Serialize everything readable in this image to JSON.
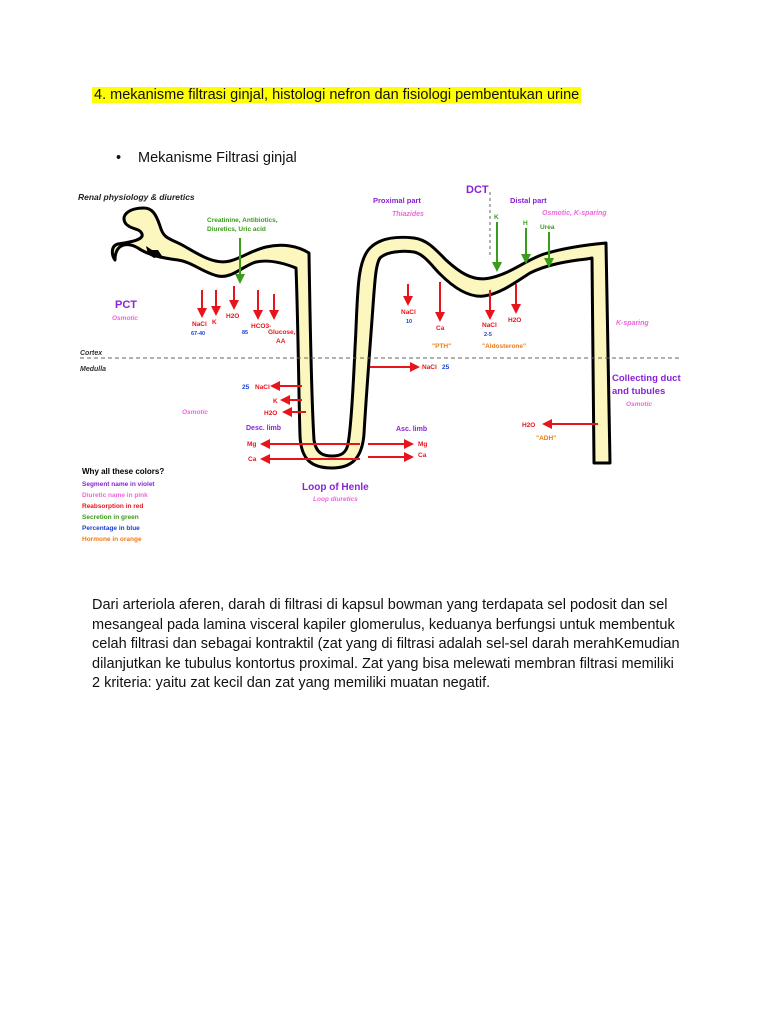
{
  "heading": "4. mekanisme filtrasi ginjal, histologi nefron dan fisiologi pembentukan urine",
  "bullet": "Mekanisme Filtrasi ginjal",
  "figure": {
    "title": "Renal physiology & diuretics",
    "secretion_pct": "Creatinine, Antibiotics, Diuretics, Uric acid",
    "pct": "PCT",
    "pct_diuretic": "Osmotic",
    "pct_nacl": "NaCl",
    "pct_nacl_pct": "67-40",
    "pct_k": "K",
    "pct_h2o": "H2O",
    "pct_hco3": "HCO3-",
    "pct_hco3_pct": "85",
    "pct_glucose": "Glucose,",
    "pct_aa": "AA",
    "dct": "DCT",
    "proximal_part": "Proximal part",
    "thiazides": "Thiazides",
    "distal_part": "Distal part",
    "distal_diuretic": "Osmotic, K-sparing",
    "dct_k": "K",
    "dct_h": "H",
    "dct_urea": "Urea",
    "dct_nacl": "NaCl",
    "dct_nacl_pct": "10",
    "dct_ca": "Ca",
    "dct_nacl2": "NaCl",
    "dct_nacl2_pct": "2-5",
    "dct_h2o": "H2O",
    "pth": "\"PTH\"",
    "aldosterone": "\"Aldosterone\"",
    "k_sparing": "K-sparing",
    "cortex": "Cortex",
    "medulla": "Medulla",
    "asc_nacl": "NaCl",
    "asc_nacl_pct": "25",
    "desc_nacl_pct": "25",
    "desc_nacl": "NaCl",
    "desc_k": "K",
    "desc_h2o": "H2O",
    "desc_osmotic": "Osmotic",
    "desc_limb": "Desc. limb",
    "desc_mg": "Mg",
    "desc_ca": "Ca",
    "asc_limb": "Asc. limb",
    "asc_mg": "Mg",
    "asc_ca": "Ca",
    "collecting_1": "Collecting duct",
    "collecting_2": "and tubules",
    "collecting_diuretic": "Osmotic",
    "cd_h2o": "H2O",
    "adh": "\"ADH\"",
    "loop": "Loop of Henle",
    "loop_diuretic": "Loop diuretics",
    "legend_title": "Why all these colors?",
    "legend": [
      "Segment name in violet",
      "Diuretic name in pink",
      "Reabsorption in red",
      "Secretion in green",
      "Percentage in blue",
      "Hormone in orange"
    ],
    "colors": {
      "violet": "#8a22d6",
      "pink": "#ee66dd",
      "red": "#e8141c",
      "green": "#3b9b1a",
      "blue": "#1a3fd0",
      "orange": "#f07a12",
      "tubule": "#fcf6bf"
    }
  },
  "paragraph": "Dari arteriola aferen, darah di filtrasi di kapsul bowman yang terdapata sel podosit dan sel mesangeal pada lamina visceral kapiler glomerulus, keduanya berfungsi untuk membentuk celah filtrasi dan sebagai kontraktil (zat yang di filtrasi adalah sel-sel darah merahKemudian dilanjutkan ke tubulus kontortus proximal. Zat yang bisa melewati membran filtrasi memiliki 2 kriteria: yaitu zat kecil dan zat yang memiliki muatan negatif."
}
